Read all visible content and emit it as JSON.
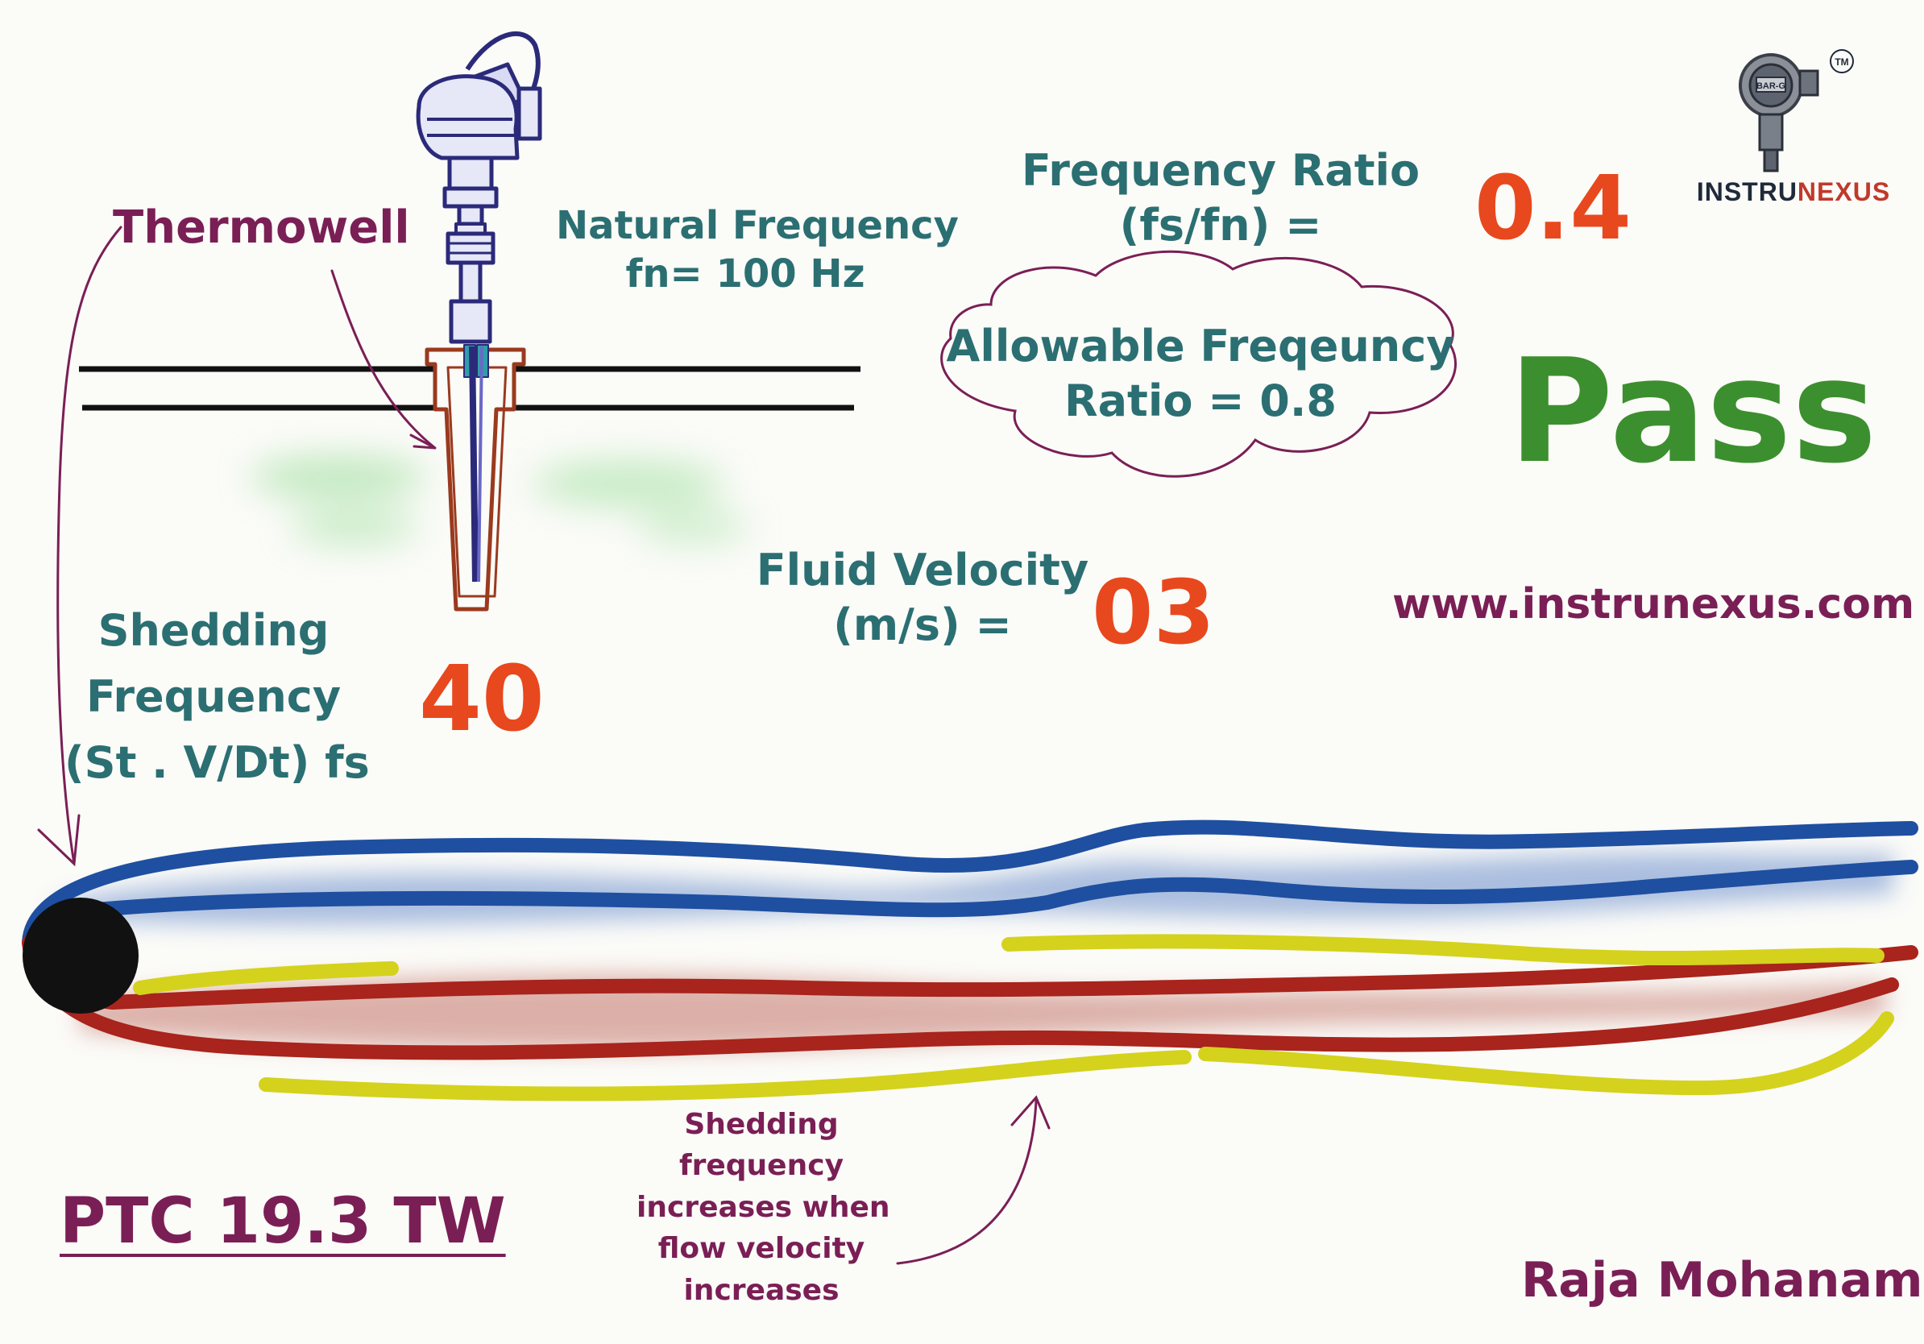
{
  "labels": {
    "thermowell": "Thermowell",
    "natural_frequency": [
      "Natural Frequency",
      "fn= 100 Hz"
    ],
    "frequency_ratio": [
      "Frequency Ratio",
      "(fs/fn) ="
    ],
    "frequency_ratio_value": "0.4",
    "allowable_ratio": [
      "Allowable Freqeuncy",
      "Ratio = 0.8"
    ],
    "result": "Pass",
    "fluid_velocity": [
      "Fluid Velocity",
      "(m/s) ="
    ],
    "fluid_velocity_value": "03",
    "shedding_frequency": [
      "Shedding",
      "Frequency",
      "(St . V/Dt) fs"
    ],
    "shedding_frequency_value": "40",
    "note": [
      "Shedding",
      "frequency",
      "increases when",
      "flow velocity",
      "increases"
    ],
    "standard": "PTC 19.3 TW",
    "website": "www.instrunexus.com",
    "author": "Raja Mohanam"
  },
  "logo": {
    "wordmark_part1": "INSTRU",
    "wordmark_part2": "NEXUS",
    "device_label": "BAR-G",
    "trademark": "TM"
  },
  "colors": {
    "teal_text": "#2b6f72",
    "plum_text": "#7a1f55",
    "orange_value": "#e8481d",
    "pass_green": "#3c8f2e",
    "upper_wake": "#1f4fa0",
    "lower_wake": "#a8241c",
    "yellow_wake": "#d4d21c",
    "cylinder": "#111111"
  }
}
